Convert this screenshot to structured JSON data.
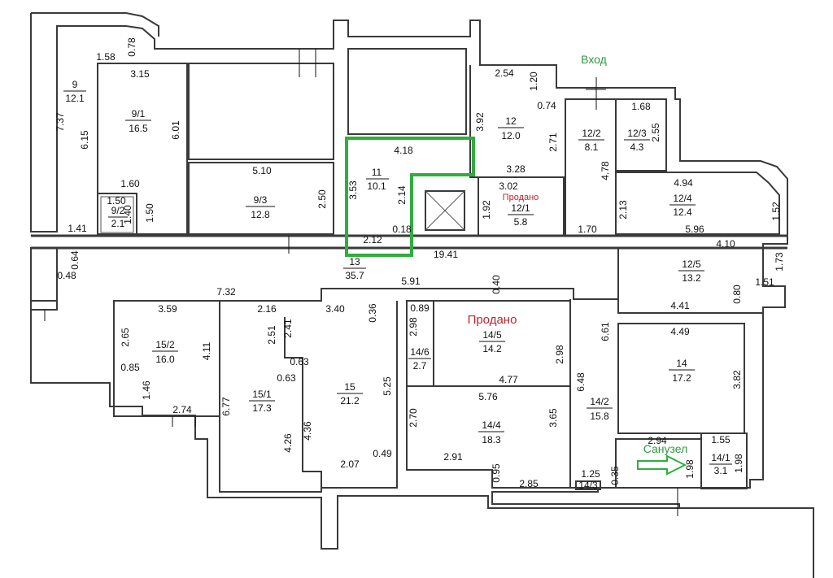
{
  "labels": {
    "entrance": "Вход",
    "bathroom": "Санузел",
    "sold": "Продано"
  },
  "colors": {
    "highlight": "#2fae3e",
    "entrance_text": "#2e9a3d",
    "sold_text": "#c0252a",
    "walls": "#3a3a3a"
  },
  "rooms": [
    {
      "id": "9",
      "area": "12.1"
    },
    {
      "id": "9/1",
      "area": "16.5"
    },
    {
      "id": "9/2",
      "area": "2.1"
    },
    {
      "id": "9/3",
      "area": "12.8"
    },
    {
      "id": "11",
      "area": "10.1"
    },
    {
      "id": "12",
      "area": "12.0"
    },
    {
      "id": "12/1",
      "area": "5.8"
    },
    {
      "id": "12/2",
      "area": "8.1"
    },
    {
      "id": "12/3",
      "area": "4.3"
    },
    {
      "id": "12/4",
      "area": "12.4"
    },
    {
      "id": "12/5",
      "area": "13.2"
    },
    {
      "id": "13",
      "area": "35.7"
    },
    {
      "id": "14",
      "area": "17.2"
    },
    {
      "id": "14/1",
      "area": "3.1"
    },
    {
      "id": "14/2",
      "area": "15.8"
    },
    {
      "id": "14/3",
      "area": ""
    },
    {
      "id": "14/4",
      "area": "18.3"
    },
    {
      "id": "14/5",
      "area": "14.2"
    },
    {
      "id": "14/6",
      "area": "2.7"
    },
    {
      "id": "15",
      "area": "21.2"
    },
    {
      "id": "15/1",
      "area": "17.3"
    },
    {
      "id": "15/2",
      "area": "16.0"
    }
  ],
  "dims": [
    "1.58",
    "0.78",
    "3.15",
    "7.37",
    "6.15",
    "6.01",
    "5.10",
    "2.50",
    "1.60",
    "1.50",
    "1.40",
    "1.50",
    "1.41",
    "4.18",
    "3.53",
    "2.14",
    "2.12",
    "0.18",
    "19.41",
    "0.64",
    "0.48",
    "2.54",
    "1.20",
    "0.74",
    "3.92",
    "2.71",
    "3.28",
    "3.02",
    "1.92",
    "1.70",
    "1.68",
    "2.55",
    "4.78",
    "2.13",
    "4.94",
    "1.52",
    "5.96",
    "4.10",
    "1.73",
    "1.51",
    "0.80",
    "4.41",
    "7.32",
    "5.91",
    "0.40",
    "3.59",
    "2.16",
    "3.40",
    "0.36",
    "2.65",
    "4.11",
    "0.85",
    "1.46",
    "2.74",
    "2.51",
    "2.41",
    "0.63",
    "0.63",
    "6.77",
    "4.26",
    "4.36",
    "5.25",
    "2.07",
    "0.49",
    "0.89",
    "2.98",
    "2.98",
    "4.77",
    "5.76",
    "2.70",
    "3.65",
    "2.91",
    "0.95",
    "2.85",
    "6.61",
    "4.49",
    "3.82",
    "6.48",
    "2.94",
    "1.55",
    "1.98",
    "1.98",
    "1.25",
    "0.35"
  ]
}
